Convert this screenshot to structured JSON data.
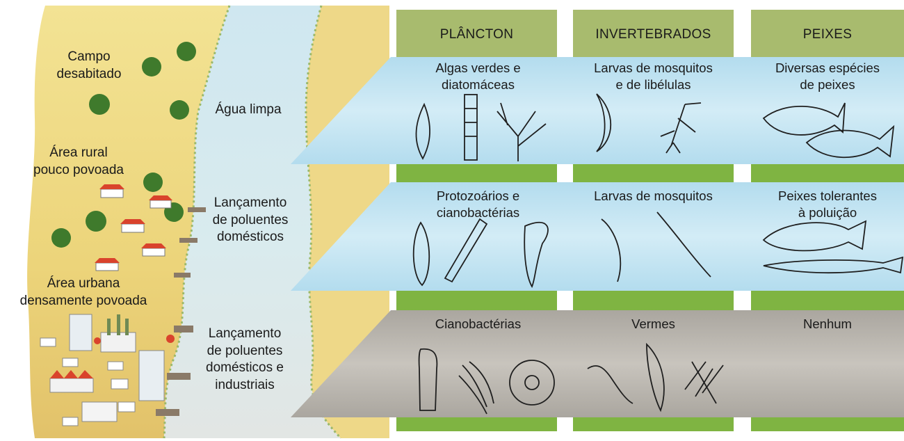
{
  "columns": {
    "plancton": "PLÂNCTON",
    "invertebrados": "INVERTEBRADOS",
    "peixes": "PEIXES"
  },
  "land": {
    "campo": "Campo\ndesabitado",
    "rural": "Área rural\npouco povoada",
    "urbana": "Área urbana\ndensamente povoada"
  },
  "river": {
    "agua_limpa": "Água limpa",
    "domesticos": "Lançamento\nde poluentes\ndomésticos",
    "industriais": "Lançamento\nde poluentes\ndomésticos e\nindustriais"
  },
  "rows": [
    {
      "plancton": "Algas verdes e\ndiatomáceas",
      "invertebrados": "Larvas de mosquitos\ne de libélulas",
      "peixes": "Diversas espécies\nde peixes"
    },
    {
      "plancton": "Protozoários e\ncianobactérias",
      "invertebrados": "Larvas de mosquitos",
      "peixes": "Peixes tolerantes\nà poluição"
    },
    {
      "plancton": "Cianobactérias",
      "invertebrados": "Vermes",
      "peixes": "Nenhum"
    }
  ],
  "colors": {
    "header_green": "#a8bb6e",
    "stripe_green": "#7fb442",
    "clean_water": "#bfe3f0",
    "polluted_band": "#b9b5ae",
    "land": "#ecd67a",
    "river": "#d7ecf3"
  }
}
